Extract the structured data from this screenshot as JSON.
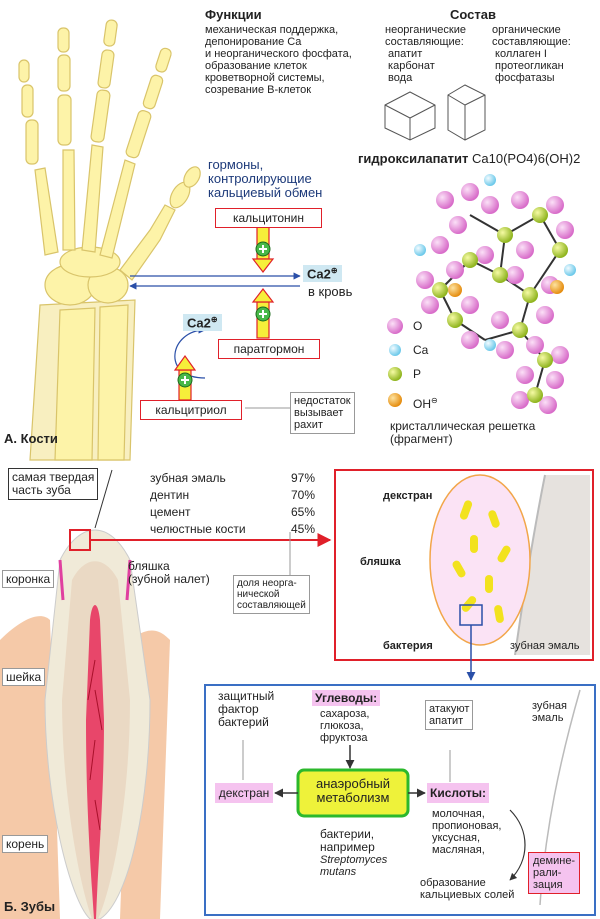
{
  "bones": {
    "functions_title": "Функции",
    "functions_text": "механическая поддержка,\nдепонирование Ca\nи неорганического фосфата,\nобразование клеток\nкроветворной системы,\nсозревание В-клеток",
    "composition_title": "Состав",
    "inorganic": "неорганические\nсоставляющие:\n апатит\n карбонат\n вода",
    "organic": "органические\nсоставляющие:\n коллаген I\n протеогликан\n фосфатазы",
    "hydroxyapatite_label": "гидроксилапатит",
    "hydroxyapatite_formula": "Ca10(PO4)6(OH)2",
    "hormones": "гормоны,\nконтролирующие\nкальциевый обмен",
    "calcitonin": "кальцитонин",
    "parathormone": "паратгормон",
    "calcitriol": "кальцитриол",
    "ca_blood": "Ca2",
    "to_blood": "в кровь",
    "ca_bone": "Ca2",
    "deficiency": "недостаток\nвызывает\nрахит",
    "legend": {
      "o": "O",
      "ca": "Ca",
      "p": "P",
      "oh": "OH"
    },
    "lattice_caption": "кристаллическая решетка\n(фрагмент)",
    "section_label": "А. Кости"
  },
  "teeth": {
    "hardest": "самая твердая\nчасть зуба",
    "items": [
      {
        "name": "зубная эмаль",
        "value": "97%"
      },
      {
        "name": "дентин",
        "value": "70%"
      },
      {
        "name": "цемент",
        "value": "65%"
      },
      {
        "name": "челюстные кости",
        "value": "45%"
      }
    ],
    "inorganic_share": "доля неорга-\nнической\nсоставляющей",
    "crown": "коронка",
    "plaque": "бляшка\n(зубной налет)",
    "neck": "шейка",
    "root": "корень",
    "section_label": "Б. Зубы",
    "zoom": {
      "dextran": "декстран",
      "plaque": "бляшка",
      "bacteria": "бактерия",
      "enamel": "зубная эмаль"
    },
    "metabolism": {
      "protective": "защитный\nфактор\nбактерий",
      "carbs_title": "Углеводы:",
      "carbs_list": "сахароза,\nглюкоза,\nфруктоза",
      "attack": "атакуют\nапатит",
      "enamel": "зубная\nэмаль",
      "dextran": "декстран",
      "anaerobic": "анаэробный\nметаболизм",
      "acids_title": "Кислоты:",
      "acids_list": "молочная,\nпропионовая,\nуксусная,\nмасляная,",
      "bacteria_example": "бактерии,\nнапример",
      "species": "Streptomyces\nmutans",
      "salts": "образование\nкальциевых солей",
      "demineralization": "демине-\nрали-\nзация"
    }
  },
  "colors": {
    "accent_red": "#e0202a",
    "bone_yellow": "#fdf3a8",
    "frame_blue": "#3a6fc4",
    "pink": "#f5c3ef",
    "lime": "#e8f229"
  }
}
